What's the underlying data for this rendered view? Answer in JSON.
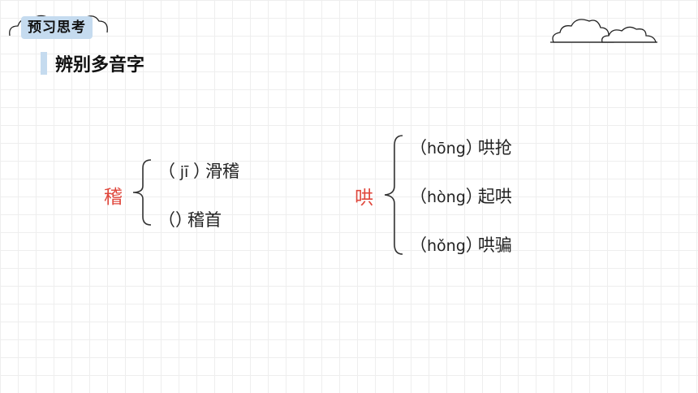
{
  "header": {
    "badge": "预习思考",
    "title": "辨别多音字"
  },
  "groups": [
    {
      "char": "稽",
      "items": [
        {
          "pinyin": "jī",
          "word": "滑稽"
        },
        {
          "pinyin": "",
          "word": "稽首"
        }
      ]
    },
    {
      "char": "哄",
      "items": [
        {
          "pinyin": "hōng",
          "word": "哄抢"
        },
        {
          "pinyin": "hòng",
          "word": "起哄"
        },
        {
          "pinyin": "hǒng",
          "word": "哄骗"
        }
      ]
    }
  ],
  "symbols": {
    "lparen": "（",
    "rparen": "）"
  },
  "colors": {
    "accent": "#c5dbef",
    "highlight": "#e0473c"
  }
}
